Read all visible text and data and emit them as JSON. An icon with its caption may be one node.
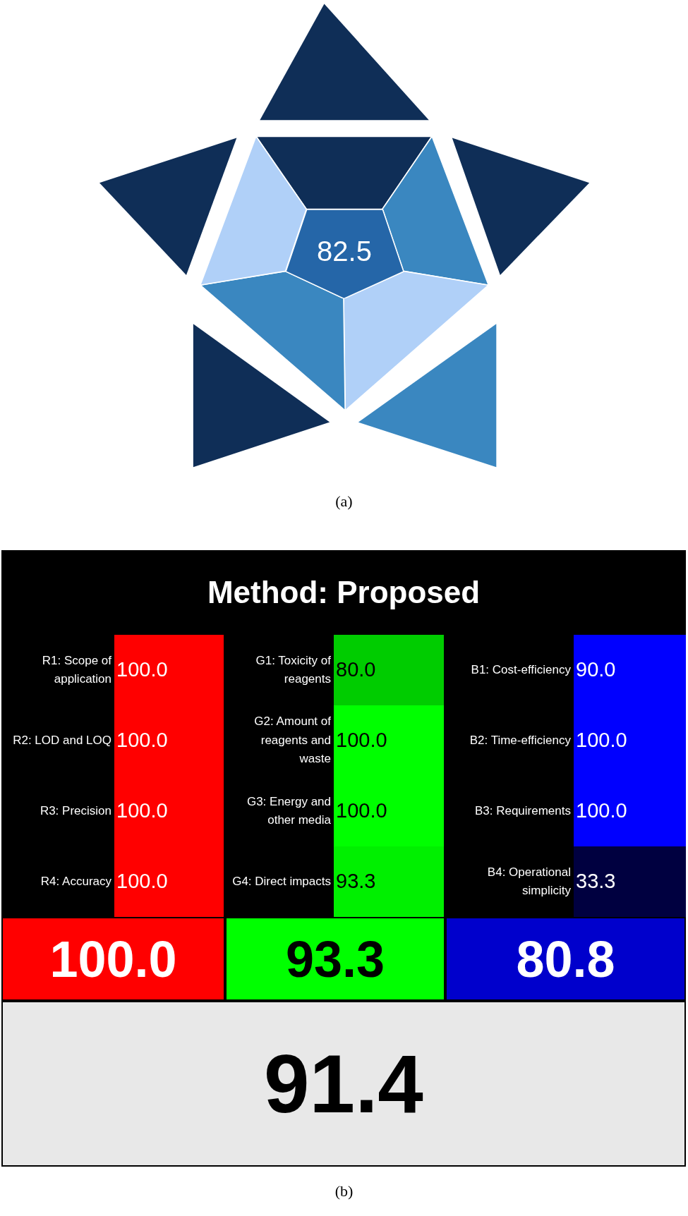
{
  "diagram": {
    "nodes": [
      {
        "text": [
          "82.5"
        ]
      }
    ],
    "labels": [
      "(a)",
      "Method: Proposed",
      "R1: Scope of application",
      "100.0",
      "G1: Toxicity of reagents",
      "80.0",
      "B1: Cost-efficiency",
      "90.0",
      "R2: LOD and LOQ",
      "100.0",
      "G2: Amount of reagents and waste",
      "100.0",
      "B2: Time-efficiency",
      "100.0",
      "R3: Precision",
      "100.0",
      "G3: Energy and other media",
      "100.0",
      "B3: Requirements",
      "100.0",
      "R4: Accuracy",
      "100.0",
      "G4: Direct impacts",
      "93.3",
      "B4: Operational simplicity",
      "33.3",
      "100.0",
      "93.3",
      "80.8",
      "91.4",
      "(b)"
    ]
  }
}
